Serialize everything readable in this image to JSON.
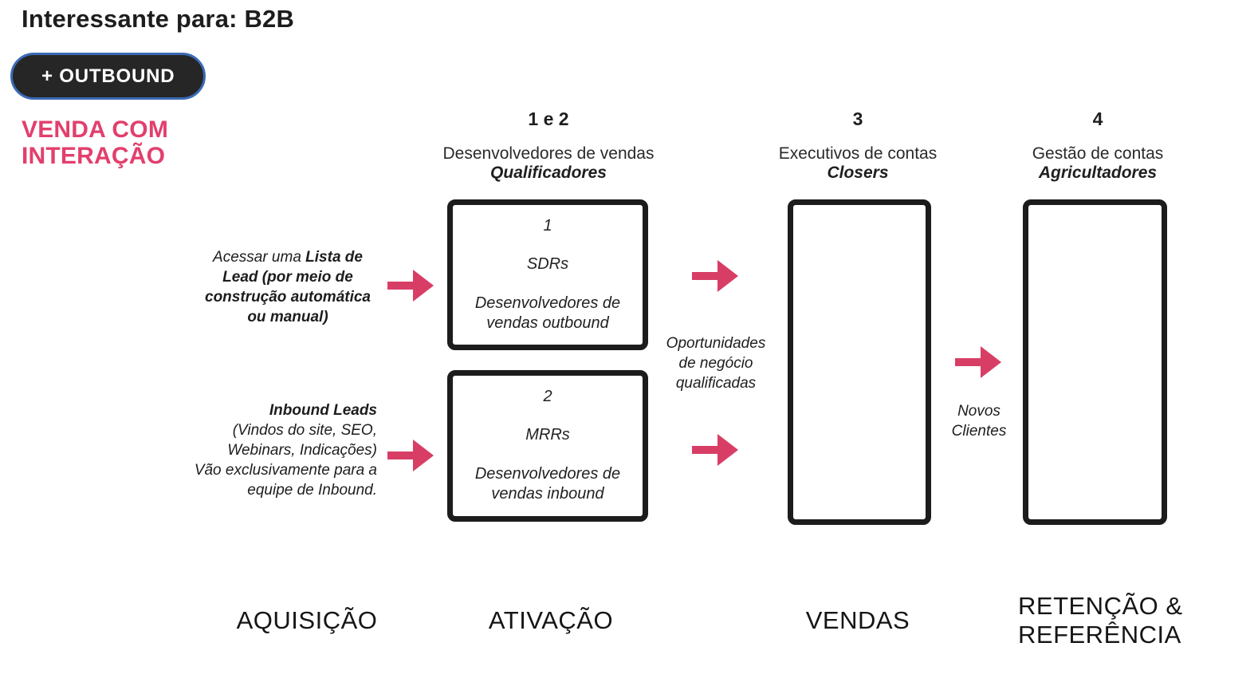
{
  "colors": {
    "accent_pink": "#D83E65",
    "title_pink": "#E23F6D",
    "dark": "#1F1F1F",
    "box_border": "#1C1C1C",
    "pill_bg": "#262626",
    "pill_border": "#3A6BB5"
  },
  "icons": {
    "arrow": "arrow-right"
  },
  "header": {
    "title": "Interessante para: B2B",
    "outbound_badge": "+ OUTBOUND",
    "subtitle": "VENDA COM INTERAÇÃO"
  },
  "columns": [
    {
      "number": "1 e 2",
      "role": "Desenvolvedores de vendas",
      "nickname": "Qualificadores"
    },
    {
      "number": "3",
      "role": "Executivos de contas",
      "nickname": "Closers"
    },
    {
      "number": "4",
      "role": "Gestão de contas",
      "nickname": "Agricultadores"
    }
  ],
  "boxes": [
    {
      "number": "1",
      "code": "SDRs",
      "description": "Desenvolvedores de vendas outbound"
    },
    {
      "number": "2",
      "code": "MRRs",
      "description": "Desenvolvedores de vendas inbound"
    }
  ],
  "annotations": {
    "lead_list": {
      "prefix": "Acessar uma ",
      "bold": "Lista de Lead (por meio de construção automática ou manual)"
    },
    "inbound": {
      "title": "Inbound Leads",
      "line1": "(Vindos do site, SEO,",
      "line2": "Webinars, Indicações)",
      "line3": "Vão exclusivamente para a equipe de Inbound."
    },
    "opportunities": "Oportunidades de negócio qualificadas",
    "new_clients": "Novos Clientes"
  },
  "stages": [
    {
      "label": "AQUISIÇÃO"
    },
    {
      "label": "ATIVAÇÃO"
    },
    {
      "label": "VENDAS"
    },
    {
      "label": "RETENÇÃO & REFERÊNCIA"
    }
  ]
}
